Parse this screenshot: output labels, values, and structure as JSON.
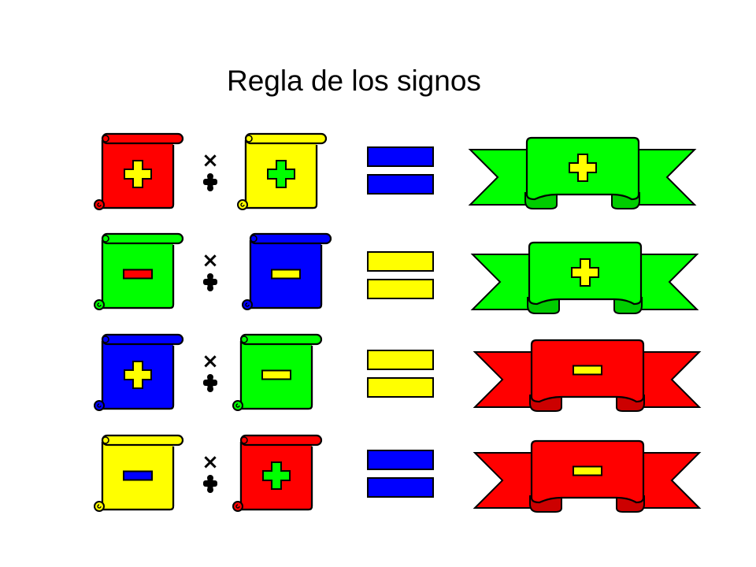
{
  "title": "Regla de los signos",
  "colors": {
    "red": "#ff0000",
    "yellow": "#ffff00",
    "green": "#00ff00",
    "blue": "#0000ff",
    "outline": "#000000"
  },
  "operator_symbols": [
    "×",
    "÷"
  ],
  "rows": [
    {
      "left": {
        "scroll_color": "red",
        "sign": "+",
        "sign_color": "yellow"
      },
      "right": {
        "scroll_color": "yellow",
        "sign": "+",
        "sign_color": "green"
      },
      "equals_color": "blue",
      "result": {
        "banner_color": "green",
        "sign": "+",
        "sign_color": "yellow"
      }
    },
    {
      "left": {
        "scroll_color": "green",
        "sign": "-",
        "sign_color": "red"
      },
      "right": {
        "scroll_color": "blue",
        "sign": "-",
        "sign_color": "yellow"
      },
      "equals_color": "yellow",
      "result": {
        "banner_color": "green",
        "sign": "+",
        "sign_color": "yellow"
      }
    },
    {
      "left": {
        "scroll_color": "blue",
        "sign": "+",
        "sign_color": "yellow"
      },
      "right": {
        "scroll_color": "green",
        "sign": "-",
        "sign_color": "yellow"
      },
      "equals_color": "yellow",
      "result": {
        "banner_color": "red",
        "sign": "-",
        "sign_color": "yellow"
      }
    },
    {
      "left": {
        "scroll_color": "yellow",
        "sign": "-",
        "sign_color": "blue"
      },
      "right": {
        "scroll_color": "red",
        "sign": "+",
        "sign_color": "green"
      },
      "equals_color": "blue",
      "result": {
        "banner_color": "red",
        "sign": "-",
        "sign_color": "yellow"
      }
    }
  ]
}
